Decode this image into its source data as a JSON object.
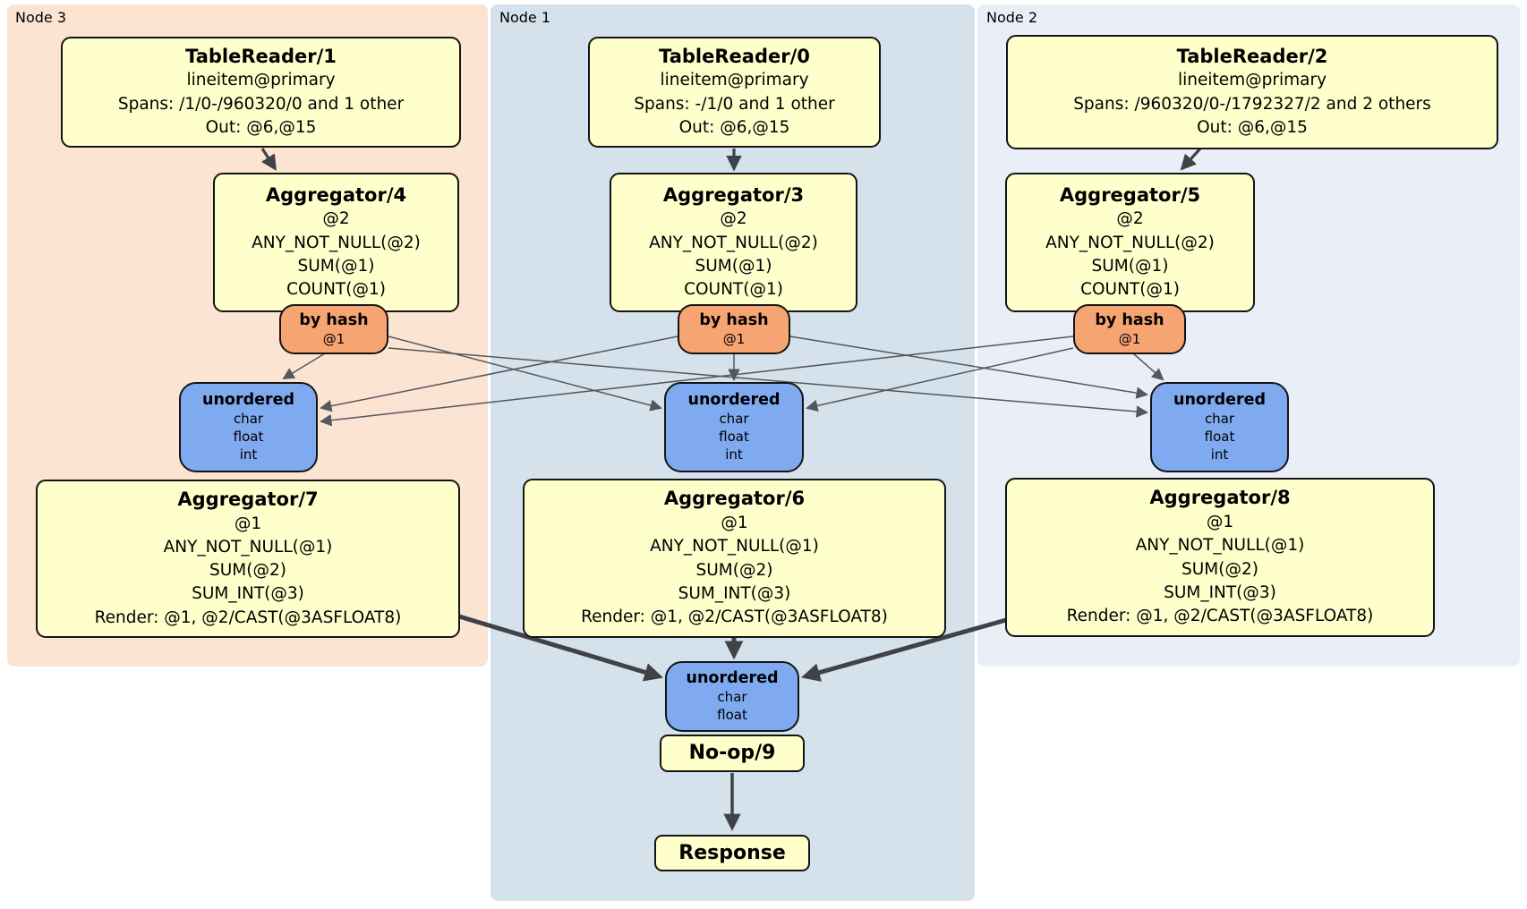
{
  "diagram": {
    "regions": {
      "node3": {
        "label": "Node 3",
        "color": "#fce4d3"
      },
      "node1": {
        "label": "Node 1",
        "color": "#d5e2ec"
      },
      "node2": {
        "label": "Node 2",
        "color": "#e9eef7"
      }
    },
    "colors": {
      "processor_fill": "#ffffcc",
      "router_fill": "#f7a473",
      "sync_fill": "#7faaf0",
      "edge_thin": "#54575b",
      "edge_thick": "#3f4246",
      "border": "#141414"
    },
    "processors": {
      "tr1": {
        "title": "TableReader/1",
        "lines": [
          "lineitem@primary",
          "Spans: /1/0-/960320/0 and 1 other",
          "Out: @6,@15"
        ]
      },
      "tr0": {
        "title": "TableReader/0",
        "lines": [
          "lineitem@primary",
          "Spans: -/1/0 and 1 other",
          "Out: @6,@15"
        ]
      },
      "tr2": {
        "title": "TableReader/2",
        "lines": [
          "lineitem@primary",
          "Spans: /960320/0-/1792327/2 and 2 others",
          "Out: @6,@15"
        ]
      },
      "agg4": {
        "title": "Aggregator/4",
        "lines": [
          "@2",
          "ANY_NOT_NULL(@2)",
          "SUM(@1)",
          "COUNT(@1)"
        ]
      },
      "agg3": {
        "title": "Aggregator/3",
        "lines": [
          "@2",
          "ANY_NOT_NULL(@2)",
          "SUM(@1)",
          "COUNT(@1)"
        ]
      },
      "agg5": {
        "title": "Aggregator/5",
        "lines": [
          "@2",
          "ANY_NOT_NULL(@2)",
          "SUM(@1)",
          "COUNT(@1)"
        ]
      },
      "agg7": {
        "title": "Aggregator/7",
        "lines": [
          "@1",
          "ANY_NOT_NULL(@1)",
          "SUM(@2)",
          "SUM_INT(@3)",
          "Render: @1, @2/CAST(@3ASFLOAT8)"
        ]
      },
      "agg6": {
        "title": "Aggregator/6",
        "lines": [
          "@1",
          "ANY_NOT_NULL(@1)",
          "SUM(@2)",
          "SUM_INT(@3)",
          "Render: @1, @2/CAST(@3ASFLOAT8)"
        ]
      },
      "agg8": {
        "title": "Aggregator/8",
        "lines": [
          "@1",
          "ANY_NOT_NULL(@1)",
          "SUM(@2)",
          "SUM_INT(@3)",
          "Render: @1, @2/CAST(@3ASFLOAT8)"
        ]
      },
      "noop": {
        "title": "No-op/9"
      },
      "response": {
        "title": "Response"
      }
    },
    "routers": {
      "hash3": {
        "title": "by hash",
        "key": "@1"
      },
      "hash1": {
        "title": "by hash",
        "key": "@1"
      },
      "hash2": {
        "title": "by hash",
        "key": "@1"
      }
    },
    "syncs": {
      "sync3": {
        "title": "unordered",
        "types": [
          "char",
          "float",
          "int"
        ]
      },
      "sync1": {
        "title": "unordered",
        "types": [
          "char",
          "float",
          "int"
        ]
      },
      "sync2": {
        "title": "unordered",
        "types": [
          "char",
          "float",
          "int"
        ]
      },
      "syncFinal": {
        "title": "unordered",
        "types": [
          "char",
          "float"
        ]
      }
    }
  }
}
